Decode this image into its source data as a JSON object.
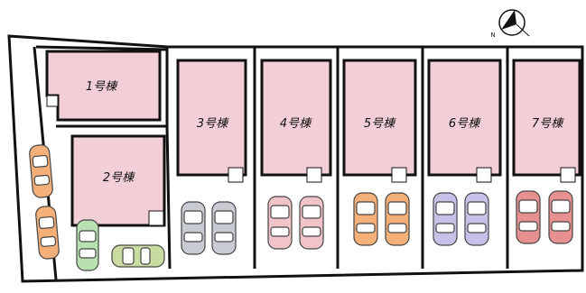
{
  "compass": {
    "label": "N"
  },
  "buildings": [
    {
      "label": "1号棟"
    },
    {
      "label": "2号棟"
    },
    {
      "label": "3号棟"
    },
    {
      "label": "4号棟"
    },
    {
      "label": "5号棟"
    },
    {
      "label": "6号棟"
    },
    {
      "label": "7号棟"
    }
  ],
  "colors": {
    "building_fill": "#f2cfd7",
    "lot_line": "#111111",
    "car_orange": "#f4b078",
    "car_green": "#b8e0b0",
    "car_olive": "#c9dba0",
    "car_grey": "#c8ccd2",
    "car_pink": "#f0c4c8",
    "car_purple": "#c8c0e6",
    "car_red": "#e69090"
  }
}
